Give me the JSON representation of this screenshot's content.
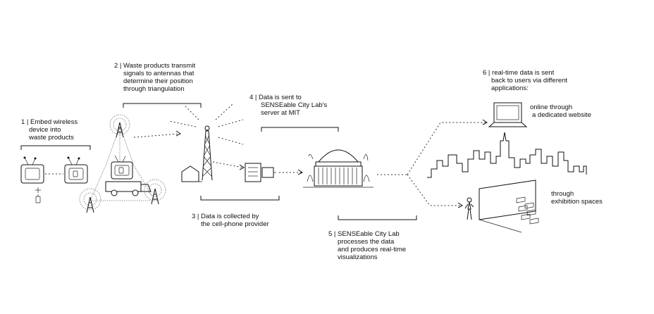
{
  "steps": [
    {
      "num": "1 |",
      "lines": [
        "Embed wireless",
        "device into",
        "waste products"
      ]
    },
    {
      "num": "2 |",
      "lines": [
        "Waste products transmit",
        "signals to antennas that",
        "determine their position",
        "through triangulation"
      ]
    },
    {
      "num": "3 |",
      "lines": [
        "Data is collected by",
        "the cell-phone provider"
      ]
    },
    {
      "num": "4 |",
      "lines": [
        "Data is sent to",
        "SENSEable City Lab's",
        "server at MIT"
      ]
    },
    {
      "num": "5 |",
      "lines": [
        "SENSEable City Lab",
        "processes the data",
        "and produces real-time",
        "visualizations"
      ]
    },
    {
      "num": "6 |",
      "lines": [
        "real-time data is sent",
        "back to users via different",
        "applications:"
      ]
    }
  ],
  "outputs": {
    "online": [
      "online through",
      "a dedicated website"
    ],
    "exhibition": [
      "through",
      "exhibition spaces"
    ]
  },
  "icons": {
    "tv": "tv-icon",
    "tag": "tag-device-icon",
    "plus": "+",
    "antenna": "antenna-icon",
    "cell_tower": "cell-tower-icon",
    "server": "server-icon",
    "mit_dome": "mit-dome-icon",
    "laptop": "laptop-icon",
    "skyline": "city-skyline-icon",
    "exhibition": "exhibition-wall-icon"
  }
}
